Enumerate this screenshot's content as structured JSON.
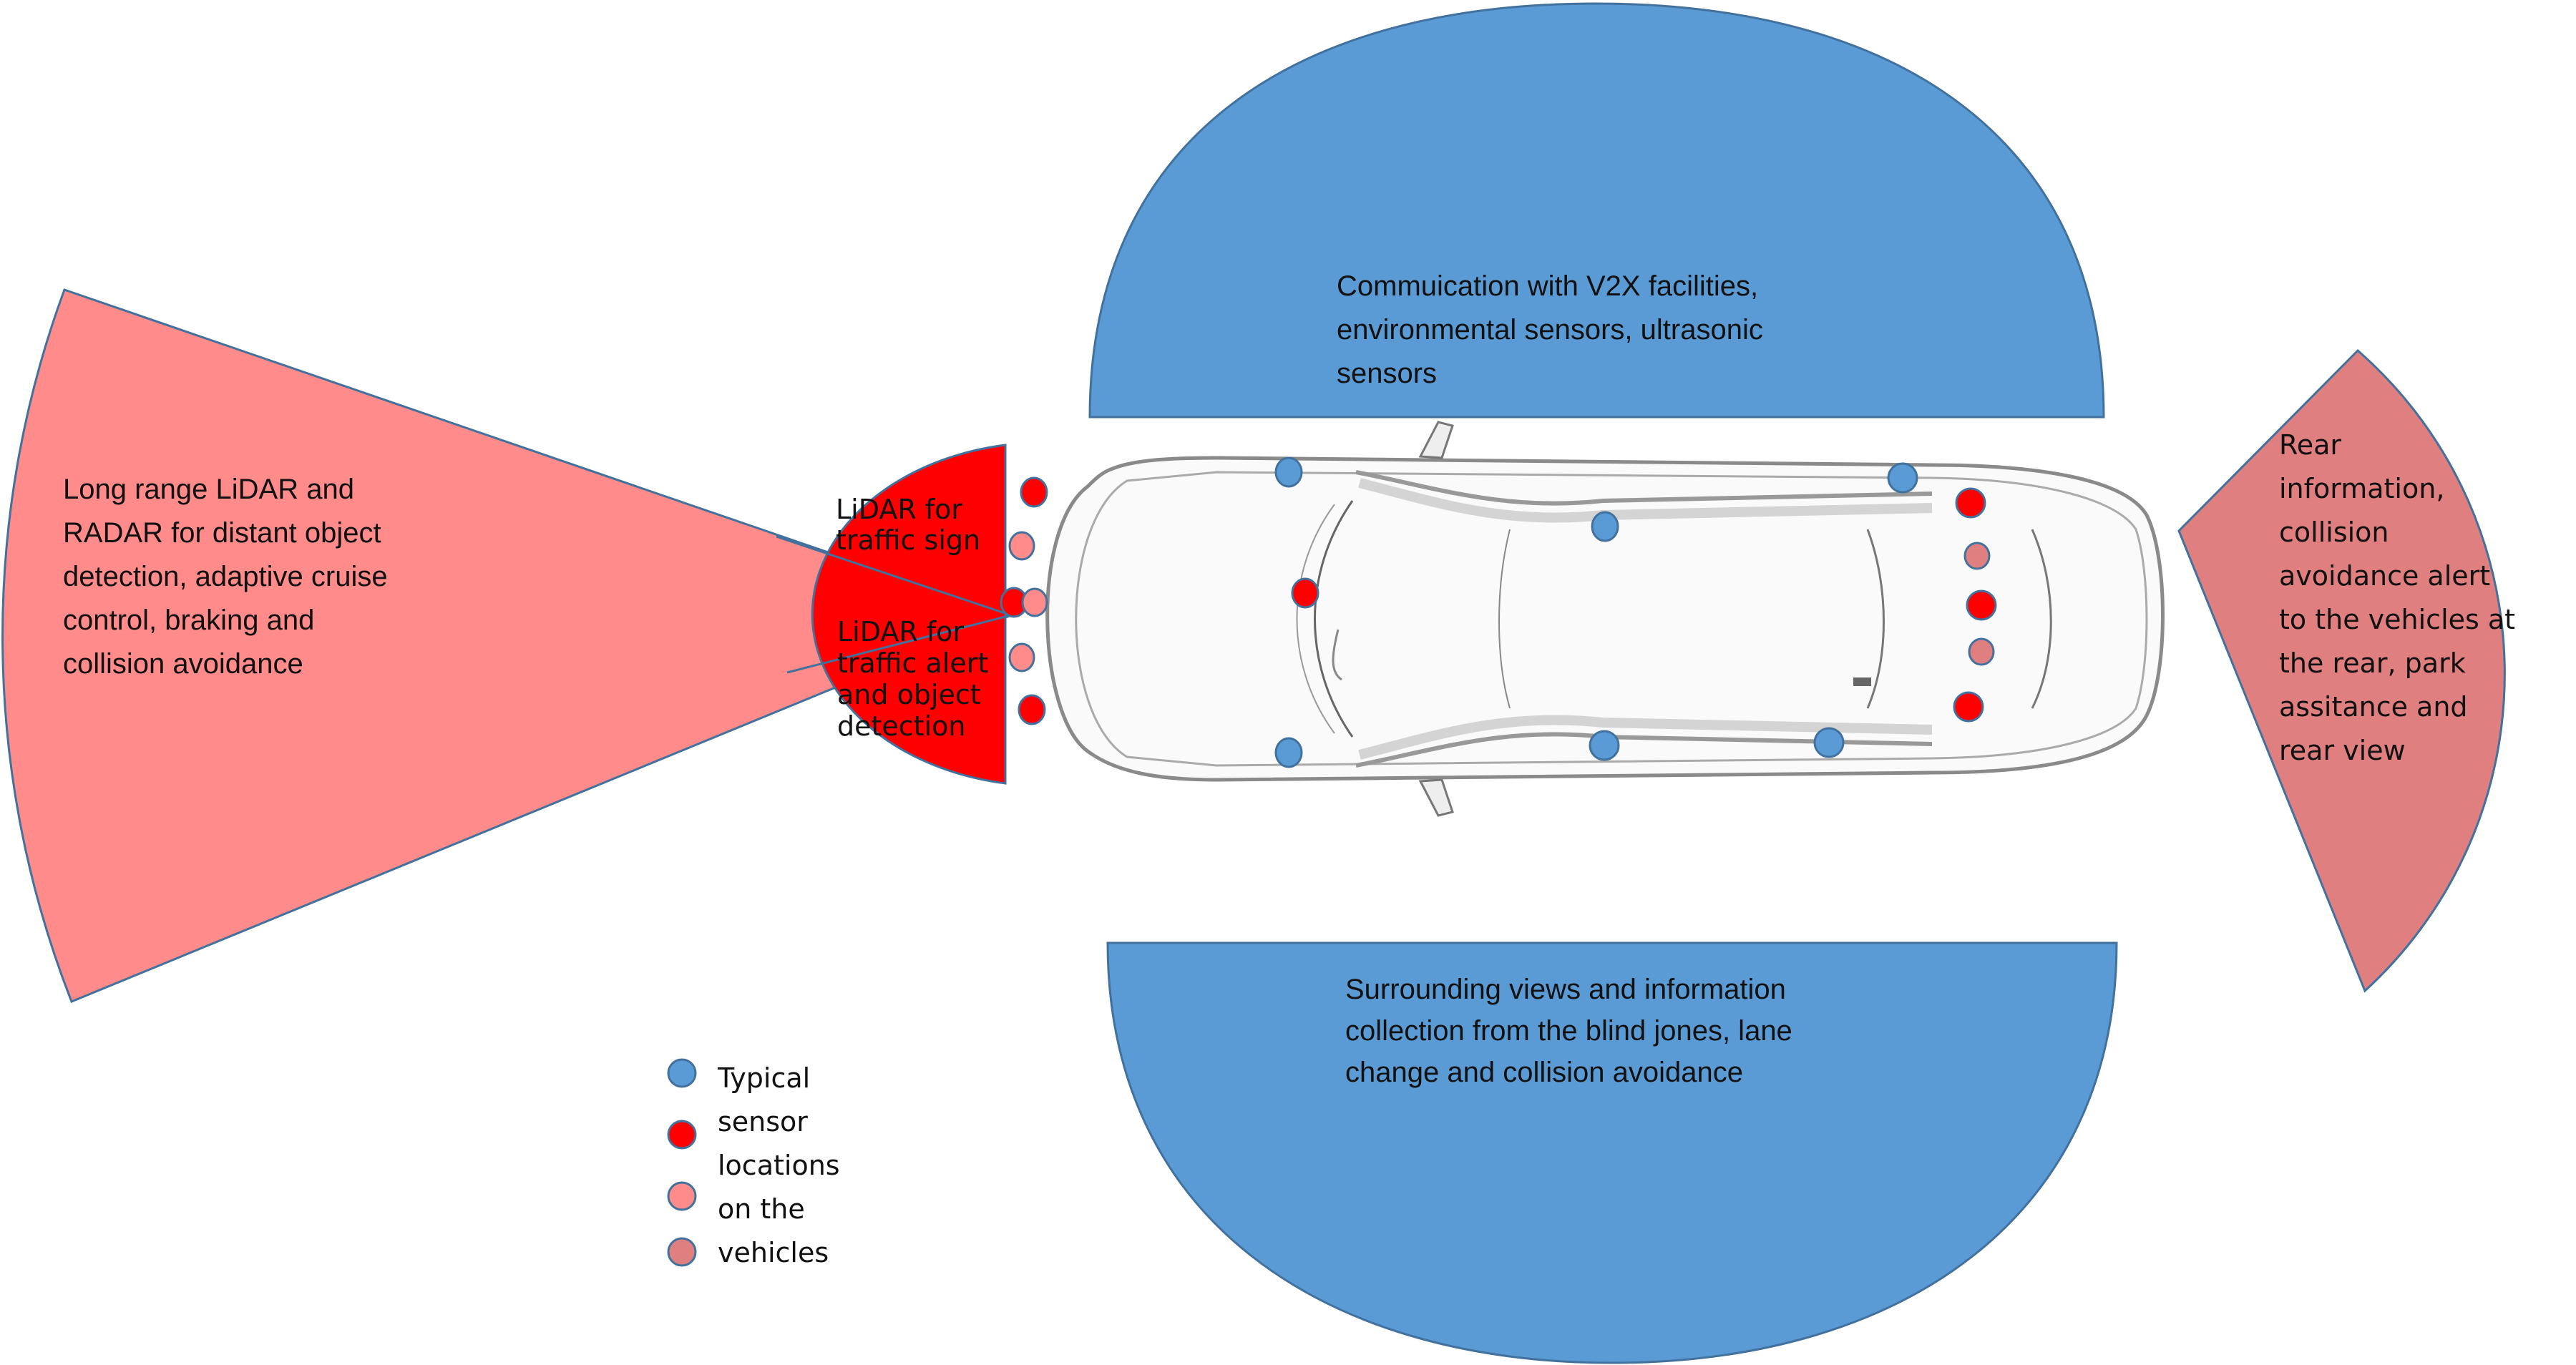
{
  "colors": {
    "blue_zone": "#5b9bd5",
    "front_long_range": "#ff8b8b",
    "front_lidar": "#ff0000",
    "rear_zone": "#e07f7f",
    "outline": "#41719c",
    "sensor_blue": "#5b9bd5",
    "sensor_red": "#ff0000",
    "sensor_pink": "#ff8b8b",
    "sensor_rose": "#e07f7f"
  },
  "zones": {
    "long_range": {
      "lines": [
        "Long range LiDAR and",
        "RADAR for distant object",
        "detection, adaptive cruise",
        "control, braking and",
        "collision avoidance"
      ]
    },
    "lidar_traffic_sign": {
      "lines": [
        "LiDAR for",
        "traffic sign"
      ]
    },
    "lidar_traffic_alert": {
      "lines": [
        "LiDAR for",
        "traffic alert",
        "and object",
        "detection"
      ]
    },
    "top_v2x": {
      "lines": [
        "Commuication with V2X facilities,",
        "environmental sensors, ultrasonic",
        "sensors"
      ]
    },
    "bottom_surround": {
      "lines": [
        "Surrounding views and information",
        "collection from the blind jones, lane",
        "change and collision avoidance"
      ]
    },
    "rear": {
      "lines": [
        "Rear",
        "information,",
        "collision",
        "avoidance alert",
        "to the vehicles at",
        "the rear, park",
        "assitance and",
        "rear view"
      ]
    }
  },
  "legend": {
    "lines": [
      "Typical",
      "sensor",
      "locations",
      "on the",
      "vehicles"
    ],
    "markers": [
      "sensor_blue",
      "sensor_red",
      "sensor_pink",
      "sensor_rose"
    ]
  },
  "sensors": [
    {
      "type": "sensor_blue",
      "where": "front-left pillar"
    },
    {
      "type": "sensor_blue",
      "where": "left mirror rear"
    },
    {
      "type": "sensor_blue",
      "where": "left mid roof rail"
    },
    {
      "type": "sensor_blue",
      "where": "front-right pillar"
    },
    {
      "type": "sensor_blue",
      "where": "right mid roof rail"
    },
    {
      "type": "sensor_blue",
      "where": "right rear door"
    },
    {
      "type": "sensor_red",
      "where": "front-left corner"
    },
    {
      "type": "sensor_red",
      "where": "front center"
    },
    {
      "type": "sensor_red",
      "where": "front-right corner"
    },
    {
      "type": "sensor_red",
      "where": "windshield"
    },
    {
      "type": "sensor_red",
      "where": "rear-left corner"
    },
    {
      "type": "sensor_red",
      "where": "rear center"
    },
    {
      "type": "sensor_red",
      "where": "rear-right corner"
    },
    {
      "type": "sensor_pink",
      "where": "front bumper left"
    },
    {
      "type": "sensor_pink",
      "where": "front bumper inner"
    },
    {
      "type": "sensor_pink",
      "where": "front bumper right"
    },
    {
      "type": "sensor_rose",
      "where": "rear bumper left"
    },
    {
      "type": "sensor_rose",
      "where": "rear bumper right"
    }
  ]
}
